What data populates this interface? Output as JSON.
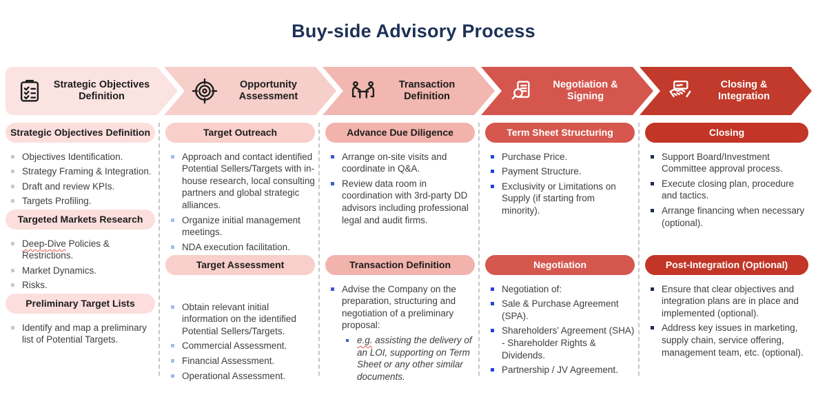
{
  "page_title": "Buy-side Advisory Process",
  "palette": {
    "title_color": "#1d3156",
    "body_text": "#3d3d3d",
    "divider": "#c6c6c6",
    "squiggle_underline": "#e0564c"
  },
  "process_stages": [
    {
      "label": "Strategic Objectives Definition",
      "icon": "clipboard-checklist-icon",
      "bg_color": "#fbe3e1",
      "text_color": "#1c1c1c"
    },
    {
      "label": "Opportunity Assessment",
      "icon": "target-icon",
      "bg_color": "#f6cfca",
      "text_color": "#1c1c1c"
    },
    {
      "label": "Transaction Definition",
      "icon": "negotiation-table-icon",
      "bg_color": "#f1b7b0",
      "text_color": "#1c1c1c"
    },
    {
      "label": "Negotiation & Signing",
      "icon": "document-magnifier-icon",
      "bg_color": "#d5564d",
      "text_color": "#ffffff"
    },
    {
      "label": "Closing & Integration",
      "icon": "handshake-contract-icon",
      "bg_color": "#c23a2b",
      "text_color": "#ffffff"
    }
  ],
  "columns": [
    {
      "bullet_color": "#c9c9c9",
      "sections": [
        {
          "header": "Strategic Objectives Definition",
          "header_bg": "#fcdfdd",
          "header_text": "#1c1c1c",
          "items": [
            {
              "text": "Objectives Identification."
            },
            {
              "text": "Strategy Framing & Integration."
            },
            {
              "text": "Draft and review KPIs."
            },
            {
              "text": "Targets Profiling."
            }
          ]
        },
        {
          "header": "Targeted Markets Research",
          "header_bg": "#fcdfdd",
          "header_text": "#1c1c1c",
          "items": [
            {
              "text": "Deep-Dive Policies & Restrictions.",
              "squiggle_prefix": "Deep-Dive"
            },
            {
              "text": "Market Dynamics."
            },
            {
              "text": "Risks."
            }
          ]
        },
        {
          "header": "Preliminary Target Lists",
          "header_bg": "#fcdfdd",
          "header_text": "#1c1c1c",
          "items": [
            {
              "text": "Identify and map a preliminary list of Potential Targets."
            }
          ]
        }
      ]
    },
    {
      "bullet_color": "#a4bce9",
      "sections": [
        {
          "header": "Target Outreach",
          "header_bg": "#f8cfca",
          "header_text": "#1c1c1c",
          "items": [
            {
              "text": "Approach and contact identified Potential Sellers/Targets with in-house research, local consulting partners and global strategic alliances."
            },
            {
              "text": "Organize initial management meetings."
            },
            {
              "text": "NDA execution facilitation."
            }
          ]
        },
        {
          "header": "Target Assessment",
          "header_bg": "#f8cfca",
          "header_text": "#1c1c1c",
          "items": [
            {
              "text": "Obtain relevant initial information on the identified Potential Sellers/Targets."
            },
            {
              "text": "Commercial Assessment."
            },
            {
              "text": "Financial Assessment."
            },
            {
              "text": "Operational Assessment."
            }
          ]
        }
      ]
    },
    {
      "bullet_color": "#3d5ad3",
      "sections": [
        {
          "header": "Advance Due Diligence",
          "header_bg": "#f2b3ac",
          "header_text": "#1c1c1c",
          "items": [
            {
              "text": "Arrange on-site visits and coordinate in Q&A."
            },
            {
              "text": "Review data room in coordination with 3rd-party DD advisors including professional legal and audit firms."
            }
          ]
        },
        {
          "header": "Transaction Definition",
          "header_bg": "#f2b3ac",
          "header_text": "#1c1c1c",
          "items": [
            {
              "text": "Advise the Company on the preparation, structuring and negotiation of a preliminary proposal:"
            },
            {
              "text": "e.g. assisting the delivery of an LOI, supporting on Term Sheet or any other similar documents.",
              "squiggle_prefix": "e.g.",
              "italic": true,
              "sub": true
            }
          ]
        }
      ]
    },
    {
      "bullet_color": "#2544d8",
      "sections": [
        {
          "header": "Term Sheet Structuring",
          "header_bg": "#d5574e",
          "header_text": "#ffffff",
          "items": [
            {
              "text": "Purchase Price."
            },
            {
              "text": "Payment Structure."
            },
            {
              "text": "Exclusivity or Limitations on Supply (if starting from minority)."
            }
          ]
        },
        {
          "header": "Negotiation",
          "header_bg": "#d5574e",
          "header_text": "#ffffff",
          "items": [
            {
              "text": "Negotiation of:"
            },
            {
              "text": "Sale & Purchase Agreement (SPA)."
            },
            {
              "text": "Shareholders’ Agreement (SHA) - Shareholder Rights & Dividends."
            },
            {
              "text": "Partnership / JV Agreement."
            }
          ]
        }
      ]
    },
    {
      "bullet_color": "#1e2c50",
      "sections": [
        {
          "header": "Closing",
          "header_bg": "#c23527",
          "header_text": "#ffffff",
          "items": [
            {
              "text": "Support Board/Investment Committee approval process."
            },
            {
              "text": "Execute closing plan, procedure and tactics."
            },
            {
              "text": "Arrange financing when necessary (optional)."
            }
          ]
        },
        {
          "header": "Post-Integration (Optional)",
          "header_bg": "#c23527",
          "header_text": "#ffffff",
          "items": [
            {
              "text": "Ensure that clear objectives and integration plans are in place and implemented (optional)."
            },
            {
              "text": "Address key issues in marketing, supply chain, service offering, management team, etc. (optional)."
            }
          ]
        }
      ]
    }
  ]
}
